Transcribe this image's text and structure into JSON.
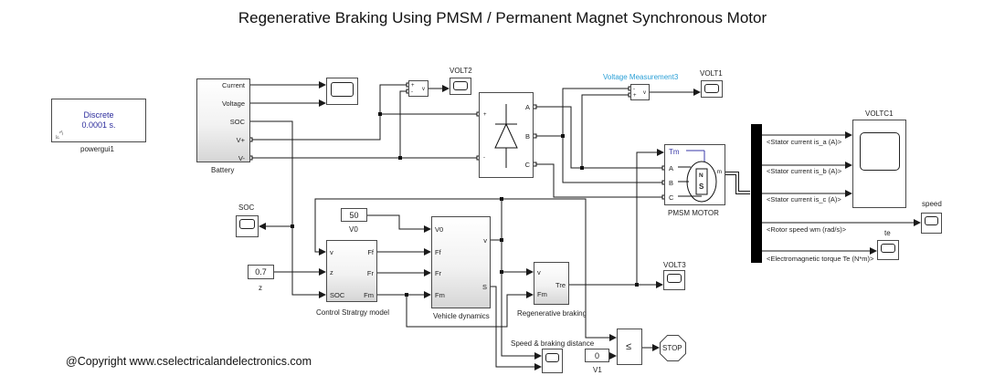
{
  "title": "Regenerative Braking Using PMSM / Permanent Magnet Synchronous Motor",
  "copyright": "@Copyright www.cselectricalandelectronics.com",
  "colors": {
    "powergui_text": "#2b2b9c",
    "vm3_label": "#2a9fd6",
    "tm_label": "#3a3aa8",
    "wire": "#1a1a1a",
    "bus_bar": "#000000"
  },
  "blocks": {
    "powergui": {
      "name": "powergui1",
      "line1": "Discrete",
      "line2": "0.0001 s.",
      "icon": "link-icon"
    },
    "battery": {
      "name": "Battery",
      "ports": [
        "Current",
        "Voltage",
        "SOC",
        "V+",
        "V-"
      ]
    },
    "battery_scope": {
      "name": ""
    },
    "voltage_measurement2": {
      "ports_in": [
        "+",
        "-"
      ],
      "port_out": "v"
    },
    "volt2": {
      "name": "VOLT2"
    },
    "rectifier": {
      "ports_in": [
        "+",
        "-"
      ],
      "ports_out": [
        "A",
        "B",
        "C"
      ],
      "icon": "diode-icon"
    },
    "voltage_measurement3": {
      "name": "Voltage Measurement3",
      "ports_in": [
        "-",
        "+"
      ],
      "port_out": "v"
    },
    "volt1": {
      "name": "VOLT1"
    },
    "pmsm": {
      "name": "PMSM MOTOR",
      "ports_in": [
        "Tm",
        "A",
        "B",
        "C"
      ],
      "port_out": "m",
      "poles": [
        "N",
        "S"
      ]
    },
    "voltc1": {
      "name": "VOLTC1"
    },
    "speed": {
      "name": "speed"
    },
    "te": {
      "name": "te"
    },
    "bus_signals": [
      "<Stator current is_a (A)>",
      "<Stator current is_b (A)>",
      "<Stator current is_c (A)>",
      "<Rotor speed wm (rad/s)>",
      "<Electromagnetic torque Te (N*m)>"
    ],
    "soc_scope": {
      "name": "SOC"
    },
    "v0": {
      "name": "V0",
      "value": "50"
    },
    "z": {
      "name": "z",
      "value": "0.7"
    },
    "control": {
      "name": "Control Stratrgy model",
      "ports_in": [
        "v",
        "z",
        "SOC"
      ],
      "ports_out": [
        "Ff",
        "Fr",
        "Fm"
      ]
    },
    "vehicle": {
      "name": "Vehicle dynamics",
      "ports_in": [
        "V0",
        "Ff",
        "Fr",
        "Fm"
      ],
      "ports_out": [
        "v",
        "S"
      ]
    },
    "regen": {
      "name": "Regenerative braking",
      "ports_in": [
        "v",
        "Fm"
      ],
      "port_out": "Tre"
    },
    "volt3": {
      "name": "VOLT3"
    },
    "speed_dist": {
      "name": "Speed & braking distance"
    },
    "v1": {
      "name": "V1",
      "value": "0"
    },
    "relop": {
      "operator": "≤"
    },
    "stop": {
      "label": "STOP"
    }
  }
}
